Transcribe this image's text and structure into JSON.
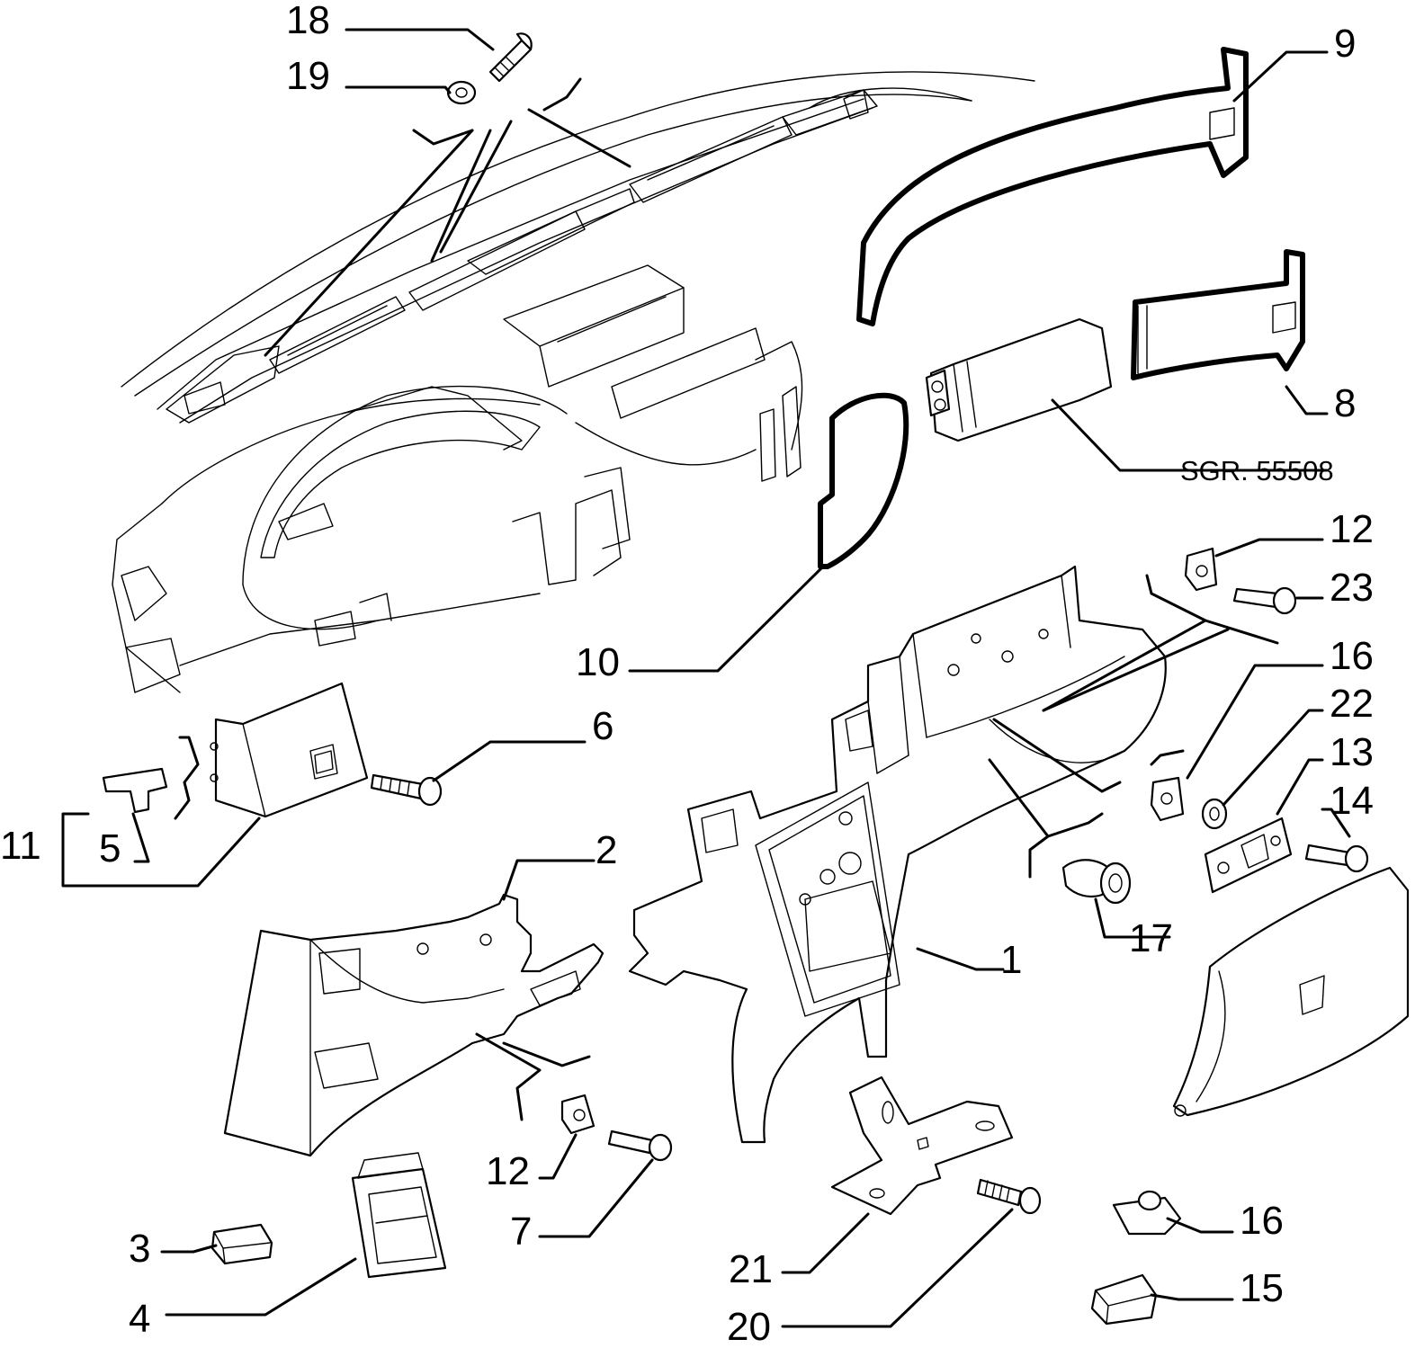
{
  "callouts": {
    "c1": "1",
    "c2": "2",
    "c3": "3",
    "c4": "4",
    "c5": "5",
    "c6": "6",
    "c7": "7",
    "c8": "8",
    "c9": "9",
    "c10": "10",
    "c11": "11",
    "c12a": "12",
    "c12b": "12",
    "c13": "13",
    "c14": "14",
    "c15": "15",
    "c16a": "16",
    "c16b": "16",
    "c17": "17",
    "c18": "18",
    "c19": "19",
    "c20": "20",
    "c21": "21",
    "c22": "22",
    "c23": "23"
  },
  "reference": "SGR. 55508"
}
